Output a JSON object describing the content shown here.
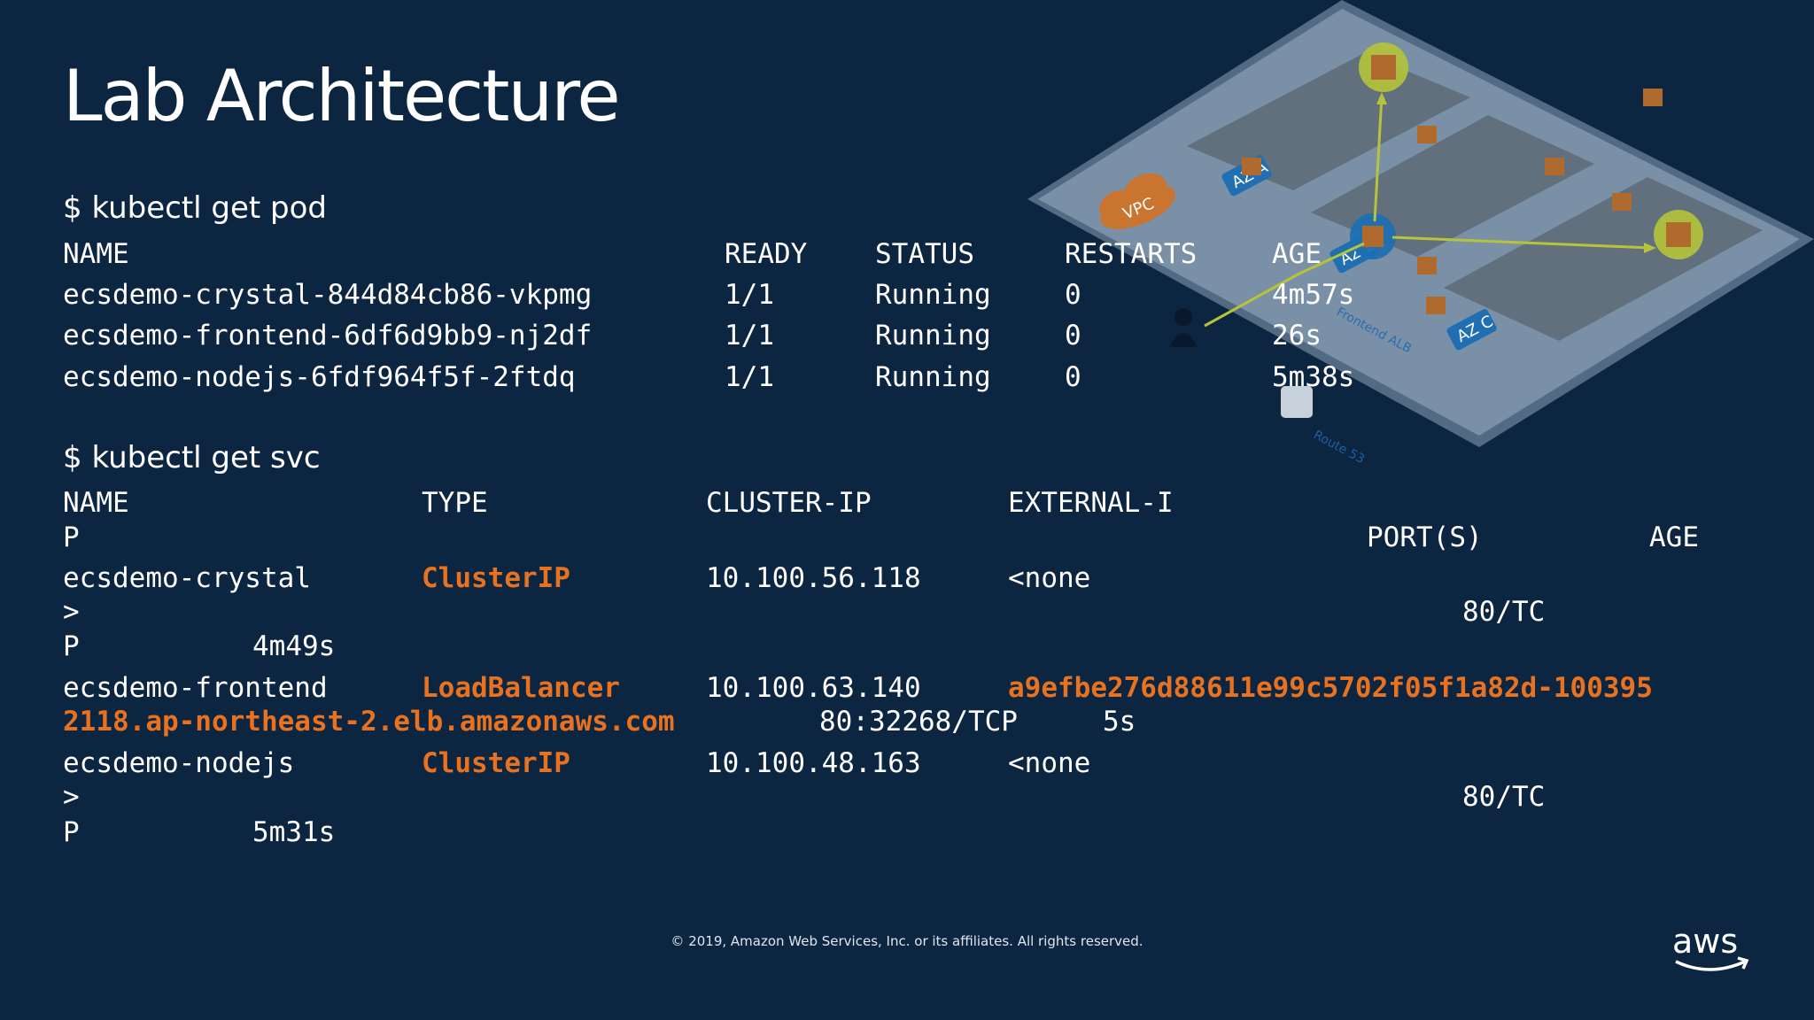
{
  "slide": {
    "title": "Lab Architecture",
    "footer": "© 2019, Amazon Web Services, Inc. or its affiliates. All rights reserved.",
    "logo_text": "aws"
  },
  "pods": {
    "command": "$ kubectl get pod",
    "headers": [
      "NAME",
      "READY",
      "STATUS",
      "RESTARTS",
      "AGE"
    ],
    "rows": [
      {
        "name": "ecsdemo-crystal-844d84cb86-vkpmg",
        "ready": "1/1",
        "status": "Running",
        "restarts": "0",
        "age": "4m57s"
      },
      {
        "name": "ecsdemo-frontend-6df6d9bb9-nj2df",
        "ready": "1/1",
        "status": "Running",
        "restarts": "0",
        "age": "26s"
      },
      {
        "name": "ecsdemo-nodejs-6fdf964f5f-2ftdq",
        "ready": "1/1",
        "status": "Running",
        "restarts": "0",
        "age": "5m38s"
      }
    ]
  },
  "services": {
    "command": "$ kubectl get svc",
    "headers": {
      "name": "NAME",
      "type": "TYPE",
      "cluster_ip": "CLUSTER-IP",
      "external_ip_a": "EXTERNAL-I",
      "external_ip_b": "P",
      "ports": "PORT(S)",
      "age": "AGE"
    },
    "rows": [
      {
        "name": "ecsdemo-crystal",
        "type": "ClusterIP",
        "cluster_ip": "10.100.56.118",
        "external_a": "<none",
        "external_b": ">",
        "ports_a": "80/TC",
        "ports_b": "P",
        "age": "4m49s"
      },
      {
        "name": "ecsdemo-frontend",
        "type": "LoadBalancer",
        "cluster_ip": "10.100.63.140",
        "external_a": "a9efbe276d88611e99c5702f05f1a82d-100395",
        "external_b": "2118.ap-northeast-2.elb.amazonaws.com",
        "ports": "80:32268/TCP",
        "age": "5s"
      },
      {
        "name": "ecsdemo-nodejs",
        "type": "ClusterIP",
        "cluster_ip": "10.100.48.163",
        "external_a": "<none",
        "external_b": ">",
        "ports_a": "80/TC",
        "ports_b": "P",
        "age": "5m31s"
      }
    ]
  },
  "diagram": {
    "vpc_label": "VPC",
    "az_labels": [
      "AZ A",
      "AZ B",
      "AZ C"
    ],
    "alb_label": "Frontend ALB",
    "route53_label": "Route 53",
    "colors": {
      "platform": "#8da2b8",
      "subnet": "#6d7a8a",
      "az_badge": "#1f6fb2",
      "arrow": "#b5c43a",
      "vpc_cloud": "#c9742f"
    }
  }
}
